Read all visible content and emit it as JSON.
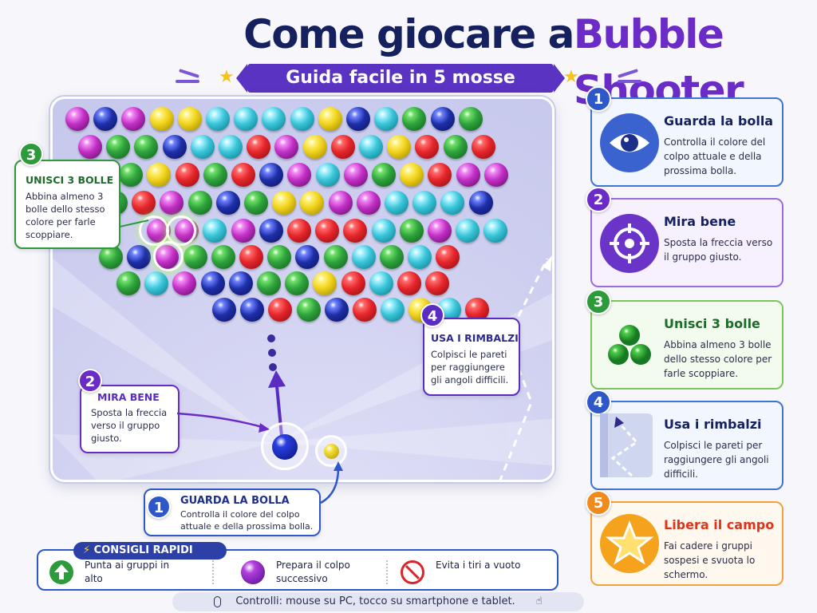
{
  "title": {
    "part1": "Come giocare a",
    "part2": "Bubble Shooter"
  },
  "subtitle": "Guida facile in 5 mosse",
  "colors": {
    "navy": "#15205e",
    "purple": "#6a2bc6",
    "red": "#e5252b",
    "green": "#2ea23c",
    "yellow": "#f0d21a",
    "cyan": "#38c4d8",
    "blue": "#1e2fa8",
    "magenta": "#c12fc4"
  },
  "board": {
    "callout_1": {
      "num": "1",
      "title": "GUARDA LA BOLLA",
      "body": "Controlla il colore del colpo attuale e della prossima bolla."
    },
    "callout_2": {
      "num": "2",
      "title": "MIRA BENE",
      "body": "Sposta la freccia verso il gruppo giusto."
    },
    "callout_3": {
      "num": "3",
      "title": "UNISCI 3 BOLLE",
      "body": "Abbina almeno 3 bolle dello stesso colore per farle scoppiare."
    },
    "callout_4": {
      "num": "4",
      "title": "USA I RIMBALZI",
      "body": "Colpisci le pareti per raggiungere gli angoli difficili."
    }
  },
  "steps": [
    {
      "num": "1",
      "title": "Guarda la bolla",
      "desc": "Controlla il colore del colpo attuale e della prossima bolla.",
      "icon": "eye-icon"
    },
    {
      "num": "2",
      "title": "Mira bene",
      "desc": "Sposta la freccia verso il gruppo giusto.",
      "icon": "crosshair-icon"
    },
    {
      "num": "3",
      "title": "Unisci 3 bolle",
      "desc": "Abbina almeno 3 bolle dello stesso colore per farle scoppiare.",
      "icon": "three-bubbles-icon"
    },
    {
      "num": "4",
      "title": "Usa i rimbalzi",
      "desc": "Colpisci le pareti per raggiungere gli angoli difficili.",
      "icon": "bounce-path-icon"
    },
    {
      "num": "5",
      "title": "Libera il campo",
      "desc": "Fai cadere i gruppi sospesi e svuota lo schermo.",
      "icon": "star-icon"
    }
  ],
  "tips": {
    "header": "CONSIGLI RAPIDI",
    "items": [
      {
        "text": "Punta ai gruppi in alto",
        "icon": "arrow-up-icon"
      },
      {
        "text": "Prepara il colpo successivo",
        "icon": "bubble-icon"
      },
      {
        "text": "Evita i tiri a vuoto",
        "icon": "no-icon"
      }
    ]
  },
  "footer": "Controlli: mouse su PC, tocco su smartphone e tablet."
}
